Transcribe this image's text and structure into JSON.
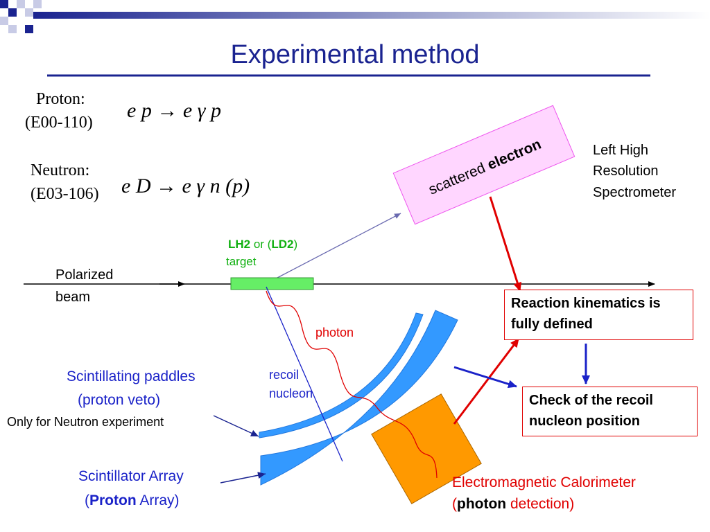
{
  "slide": {
    "title": "Experimental method"
  },
  "reactions": {
    "proton_label": "Proton:",
    "proton_exp": "(E00-110)",
    "proton_eq": "e p → e γ p",
    "neutron_label": "Neutron:",
    "neutron_exp": "(E03-106)",
    "neutron_eq": "e D → e γ n (p)"
  },
  "labels": {
    "spectrometer_plain": "scattered ",
    "spectrometer_bold": "electron",
    "lhrs_line1": "Left High",
    "lhrs_line2": "Resolution",
    "lhrs_line3": "Spectrometer",
    "target_lh2": "LH2",
    "target_or": " or (",
    "target_ld2": "LD2",
    "target_close": ")",
    "target_word": "target",
    "beam_line1": "Polarized",
    "beam_line2": "beam",
    "photon": "photon",
    "recoil_line1": "recoil",
    "recoil_line2": "nucleon",
    "paddles_line1": "Scintillating paddles",
    "paddles_line2": "(proton veto)",
    "neutron_only": "Only for Neutron experiment",
    "array_line1": "Scintillator Array",
    "array_open": "(",
    "array_bold": "Proton",
    "array_close": " Array)",
    "calo_line1": "Electromagnetic Calorimeter",
    "calo_open": "(",
    "calo_bold": "photon",
    "calo_close": " detection)",
    "kinematics": "Reaction kinematics is fully defined",
    "check": "Check of the recoil nucleon position"
  },
  "colors": {
    "title": "#1a2390",
    "spectrometer_fill": "#ffd6ff",
    "target_fill": "#66ee66",
    "scintillator_fill": "#3399ff",
    "calorimeter_fill": "#ff9900",
    "arrow_red": "#e00000",
    "arrow_blue": "#1a22c8"
  }
}
